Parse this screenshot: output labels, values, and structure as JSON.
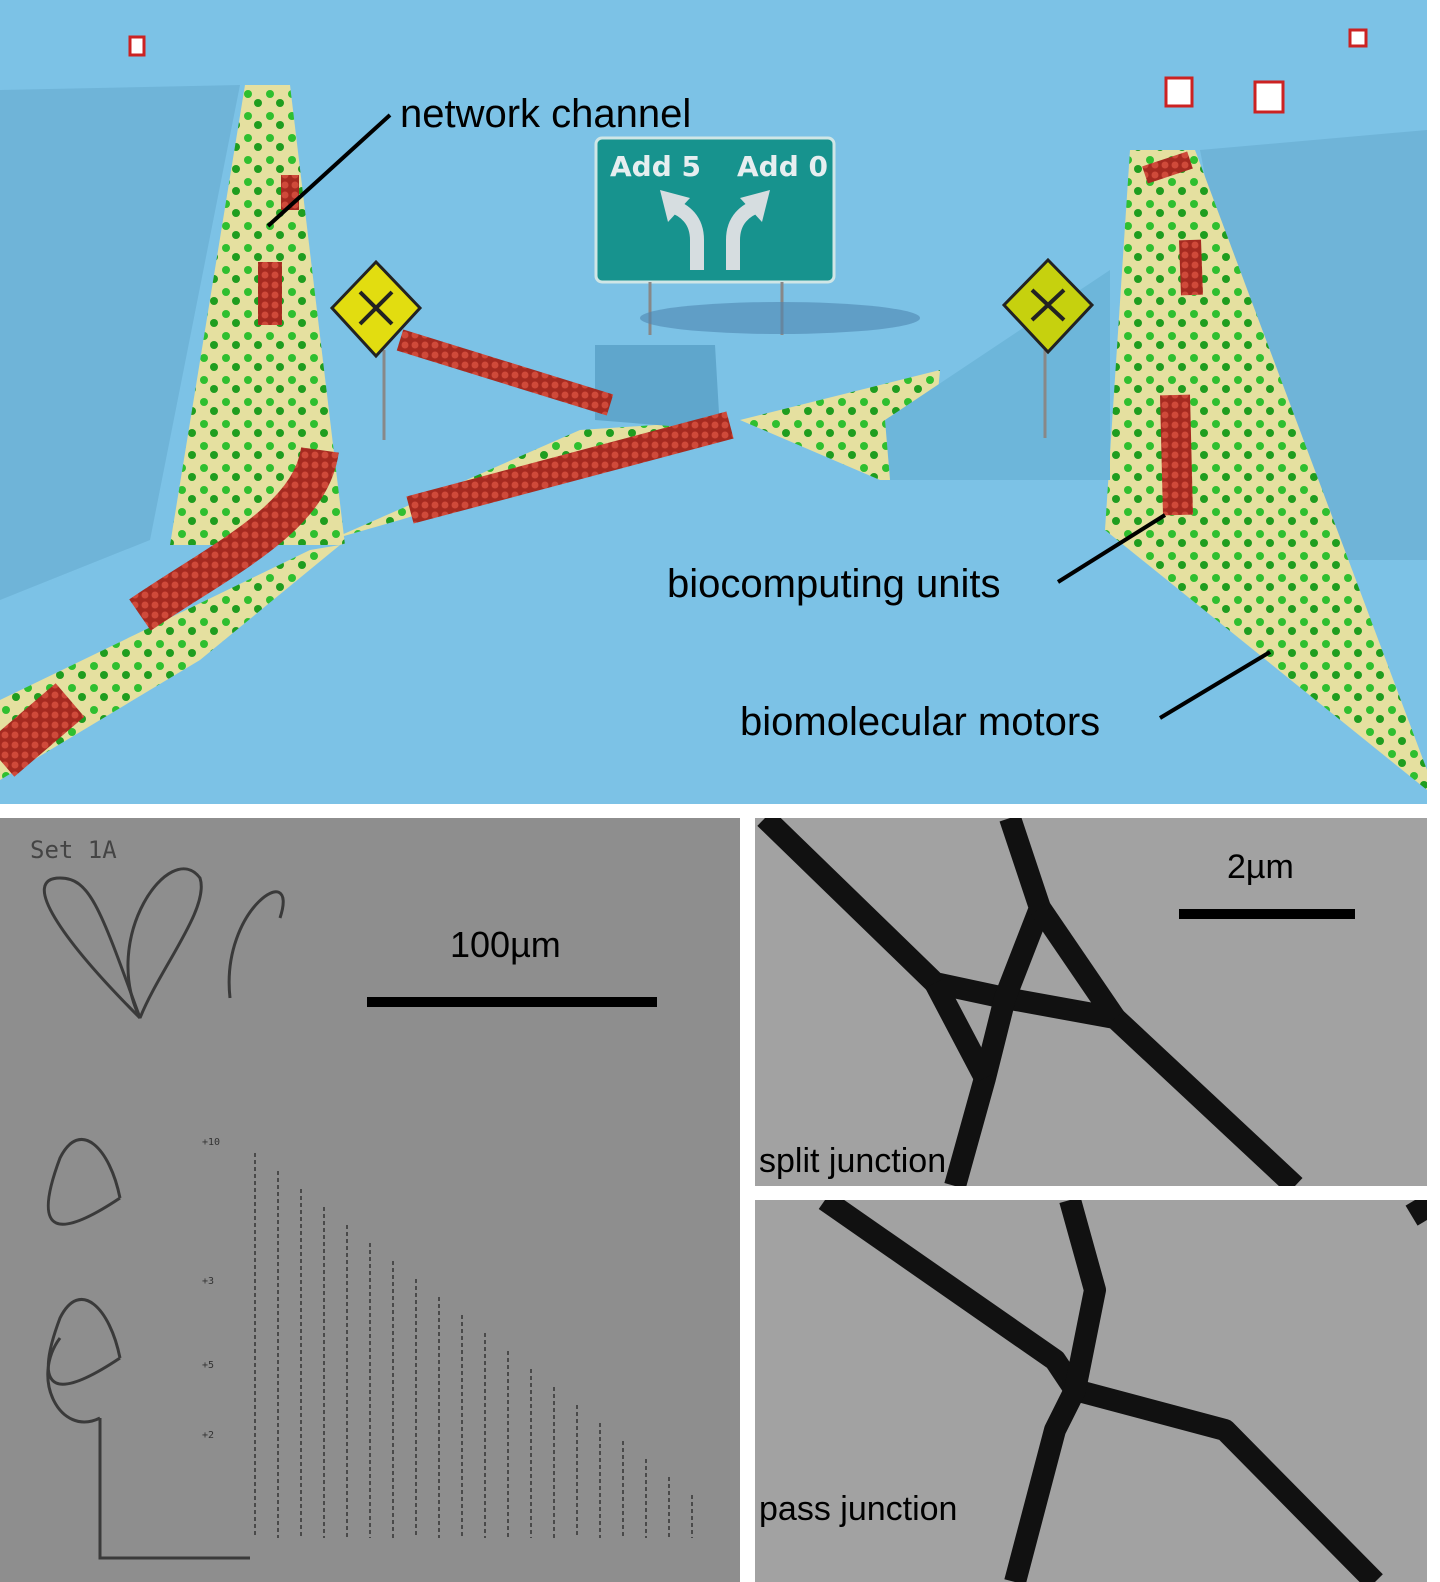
{
  "top_panel": {
    "labels": {
      "network_channel": "network channel",
      "biocomputing_units": "biocomputing units",
      "biomolecular_motors": "biomolecular motors"
    },
    "sign": {
      "left": "Add 5",
      "right": "Add 0"
    },
    "colors": {
      "surface": "#7cc2e6",
      "channel": "#e5e0a0",
      "sign": "#17938e",
      "filament": "#b8352a",
      "motor": "#2fbf2f",
      "warning": "#e2dd10"
    }
  },
  "sem_left": {
    "set_label": "Set 1A",
    "scale_bar": "100µm",
    "row_labels": [
      "+10",
      "+3",
      "+5",
      "+2"
    ]
  },
  "sem_right": {
    "scale_bar": "2µm",
    "split_label": "split junction",
    "pass_label": "pass junction"
  }
}
